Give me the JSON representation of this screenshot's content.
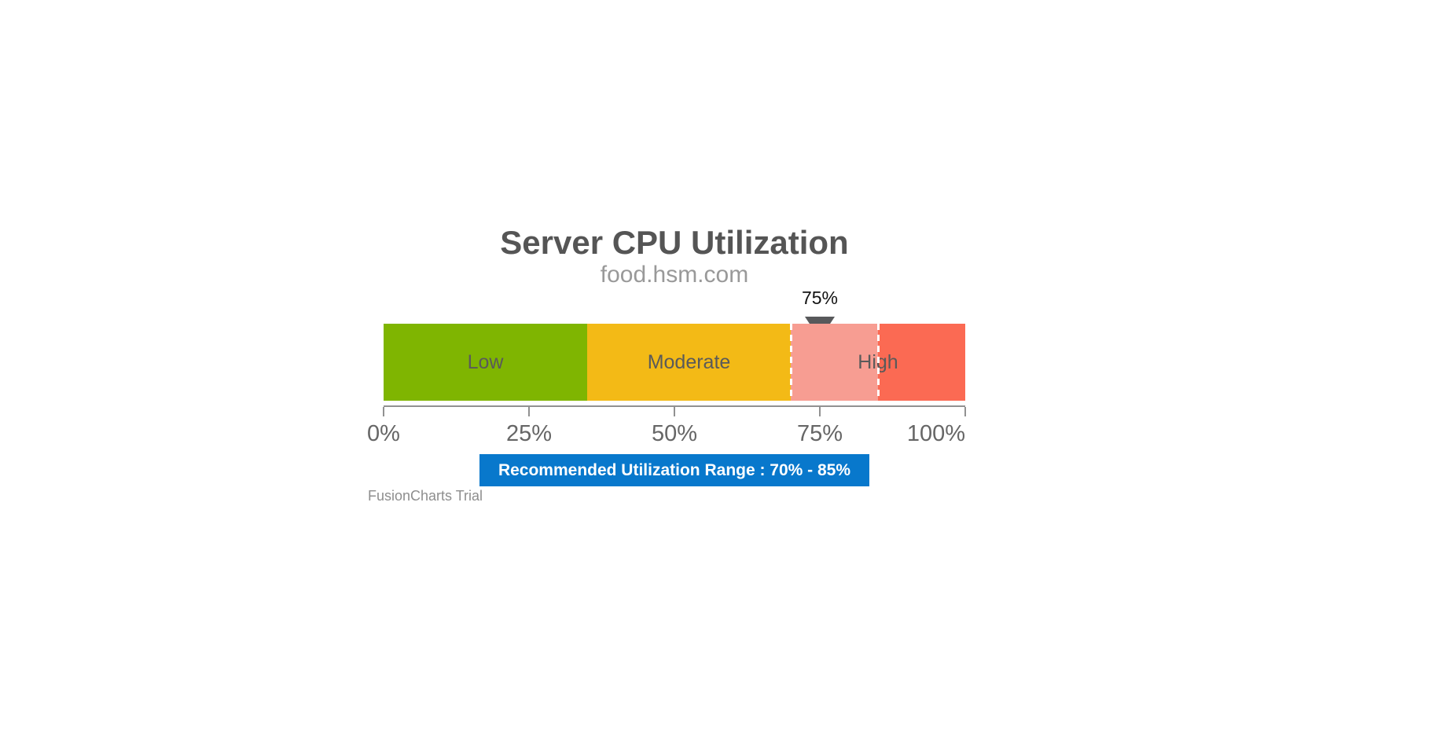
{
  "chart": {
    "title": "Server CPU Utilization",
    "subtitle": "food.hsm.com",
    "watermark": "FusionCharts Trial",
    "banner_text": "Recommended Utilization Range : 70% - 85%",
    "banner_bg": "#0878CC"
  },
  "chart_data": {
    "type": "gauge",
    "variant": "horizontal-linear-gauge",
    "title": "Server CPU Utilization",
    "subtitle": "food.hsm.com",
    "axis": {
      "min": 0,
      "max": 100,
      "tick_values": [
        0,
        25,
        50,
        75,
        100
      ],
      "tick_labels": [
        "0%",
        "25%",
        "50%",
        "75%",
        "100%"
      ]
    },
    "pointer": {
      "value": 75,
      "label": "75%",
      "shape": "triangle-down",
      "color": "#58595B"
    },
    "color_ranges": [
      {
        "label": "Low",
        "min": 0,
        "max": 35,
        "color": "#7FB501"
      },
      {
        "label": "Moderate",
        "min": 35,
        "max": 70,
        "color": "#F3BA16"
      },
      {
        "label": "High",
        "min": 70,
        "max": 100,
        "color": "#FB6A53"
      }
    ],
    "trend_zone": {
      "label": "Recommended Utilization Range : 70% - 85%",
      "min": 70,
      "max": 85,
      "fill_color": "#F79D92",
      "border_style": "white-dashed"
    },
    "caption_banner": {
      "text": "Recommended Utilization Range : 70% - 85%",
      "bg_color": "#0878CC",
      "text_color": "#FFFFFF"
    },
    "watermark": "FusionCharts Trial"
  }
}
